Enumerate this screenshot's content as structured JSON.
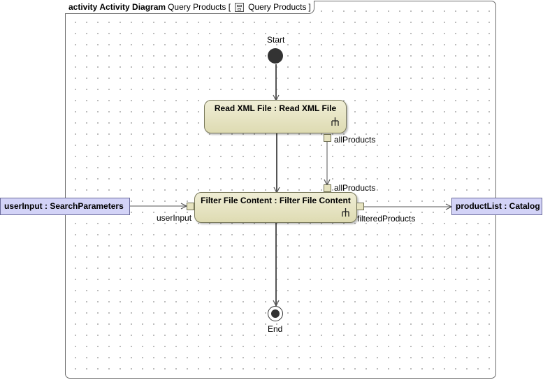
{
  "header": {
    "kind": "activity",
    "diagram_name": "Activity Diagram",
    "owner": "Query Products [",
    "behavior_icon": "activity-diagram-icon",
    "behavior": "Query Products",
    "close": "]"
  },
  "nodes": {
    "start_label": "Start",
    "end_label": "End",
    "read_xml": "Read XML File : Read XML File",
    "filter": "Filter File Content : Filter File Content",
    "user_input": "userInput : SearchParameters",
    "product_list": "productList : Catalog"
  },
  "pins": {
    "read_out": "allProducts",
    "filter_in_all": "allProducts",
    "filter_in_user": "userInput",
    "filter_out": "filteredProducts"
  },
  "colors": {
    "action_fill": "#e3e0bb",
    "object_fill": "#d3d3f7",
    "frame_line": "#6b6b6b"
  }
}
